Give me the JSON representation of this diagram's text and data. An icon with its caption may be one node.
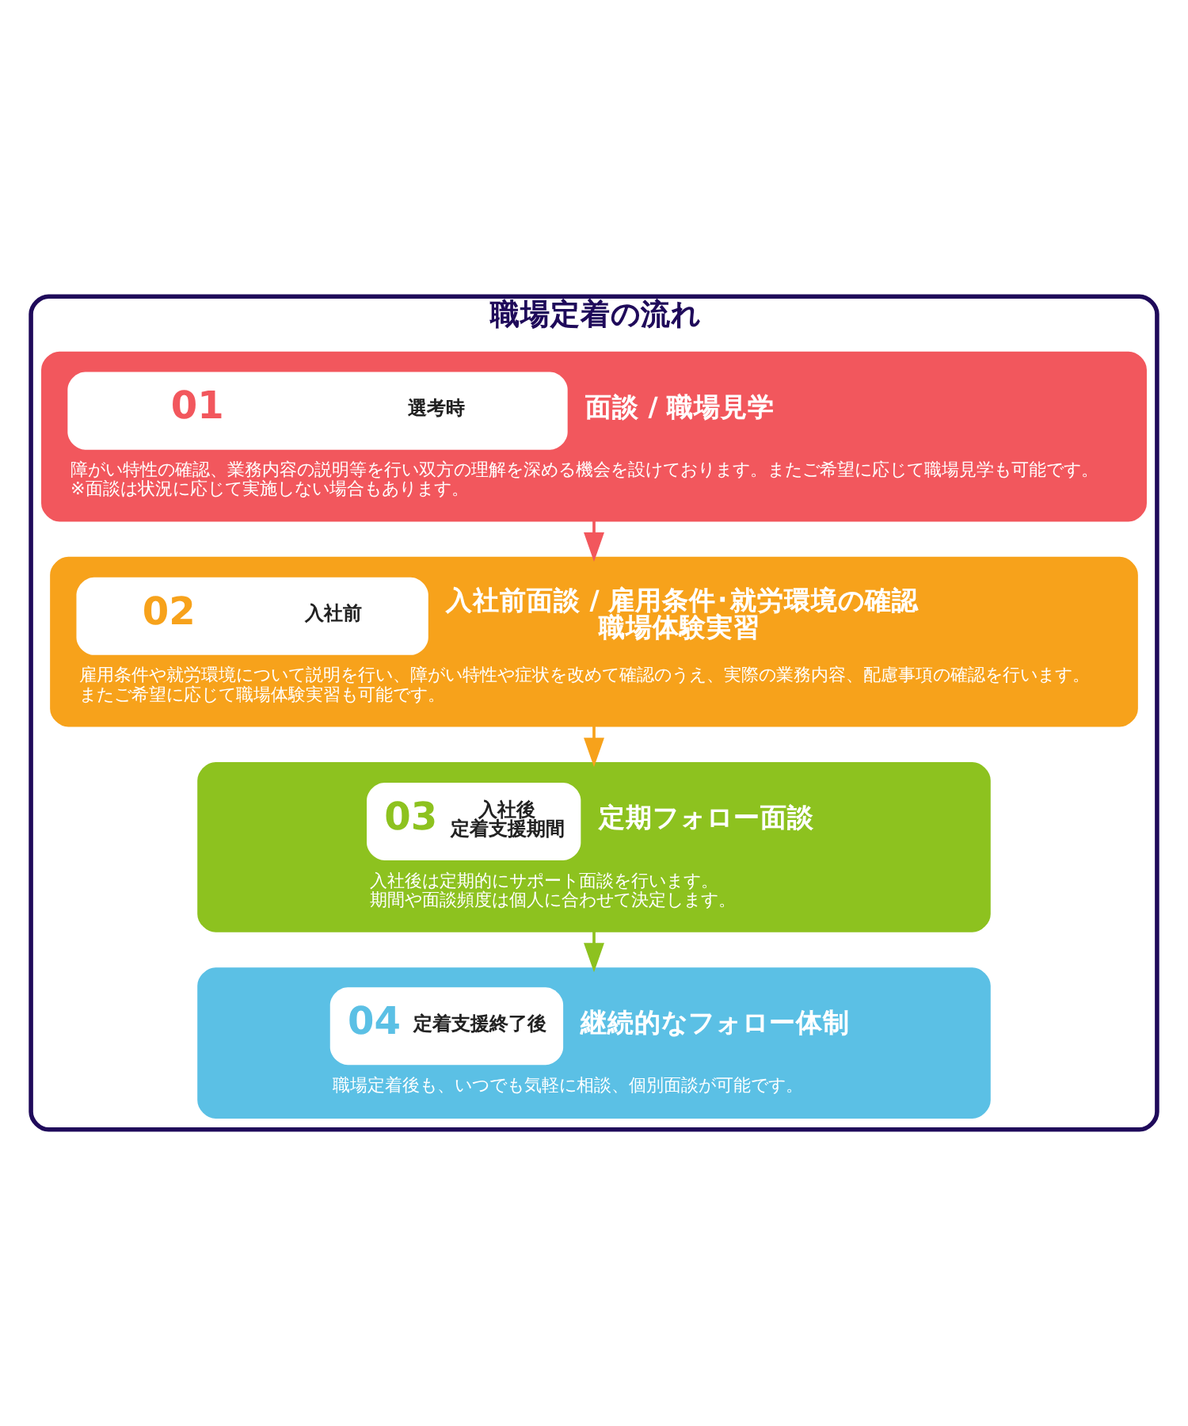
{
  "diagram": {
    "nodes": [
      {
        "text": [
          "職場定着の流れ"
        ]
      },
      {
        "text": [
          "01",
          "選考時",
          "面談 / 職場見学",
          "障がい特性の確認、業務内容の説明等を行い双方の理解を深める機会を設けております。またご希望に応じて職場見学も可能です。",
          "※面談は状況に応じて実施しない場合もあります。"
        ],
        "in": 0
      },
      {
        "text": [
          "02",
          "入社前",
          "入社前面談 / 雇用条件･就労環境の確認",
          "職場体験実習",
          "雇用条件や就労環境について説明を行い、障がい特性や症状を改めて確認のうえ、実際の業務内容、配慮事項の確認を行います。",
          "またご希望に応じて職場体験実習も可能です。"
        ],
        "in": 0
      },
      {
        "text": [
          "03",
          "入社後",
          "定着支援期間",
          "定期フォロー面談",
          "入社後は定期的にサポート面談を行います。",
          "期間や面談頻度は個人に合わせて決定します。"
        ],
        "in": 0
      },
      {
        "text": [
          "04",
          "定着支援終了後",
          "継続的なフォロー体制",
          "職場定着後も、いつでも気軽に相談、個別面談が可能です。"
        ],
        "in": 0
      }
    ],
    "edges": [
      {
        "from": 1,
        "to": 2,
        "arrow": "to",
        "color": "#f2575d"
      },
      {
        "from": 2,
        "to": 3,
        "arrow": "to",
        "color": "#f7a21b"
      },
      {
        "from": 3,
        "to": 4,
        "arrow": "to",
        "color": "#8dc21f"
      }
    ]
  }
}
